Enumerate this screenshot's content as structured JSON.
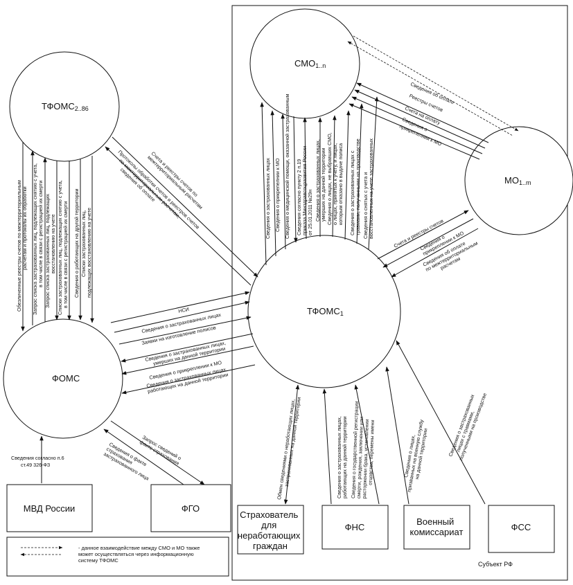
{
  "nodes": {
    "smo": {
      "main": "СМО",
      "sub": "1..n"
    },
    "tfoms_other": {
      "main": "ТФОМС",
      "sub": "2..86"
    },
    "mo": {
      "main": "МО",
      "sub": "1..m"
    },
    "tfoms1": {
      "main": "ТФОМС",
      "sub": "1"
    },
    "foms": "ФОМС"
  },
  "boxes": {
    "mvd": "МВД России",
    "fgo": "ФГО",
    "insurer": [
      "Страхователь",
      "для",
      "неработающих",
      "граждан"
    ],
    "fns": "ФНС",
    "military": [
      "Военный",
      "комиссариат"
    ],
    "fss": "ФСС"
  },
  "region_label": "Субъект РФ",
  "legend_text": [
    "- данное взаимодействие между СМО и МО также",
    "может осуществляться через информационную",
    "систему ТФОМС"
  ],
  "flows": {
    "smo_mo": [
      "Сведения об оплате",
      "Реестры счетов",
      "Счета на оплату",
      "Сведения о",
      "прикрепелнии к МО"
    ],
    "smo_tfoms1": [
      "Сведения о застрахованных лицах",
      "Сведения о прикрепелнии к МО",
      "Сведения о медицинской помощи, оказанной застрахованным",
      "Сведения согласно пункту 2 п.19",
      "приказа Минздравсоцразвития России",
      "от 25.01.2011 №29н",
      "Сведения о застрахованных лицах,",
      "умерших на данной территории",
      "Сведения о лицах, не выбравших СМО,",
      "о лицах, принятых к учету, и лицах,",
      "которым отказано в выдаче полиса",
      "Сведения о застрахованных лицах с",
      "травмами, полученными на производстве",
      "Сведения о снятых с учета и",
      "восстановленных на учете застрахованных"
    ],
    "mo_tfoms1": [
      "Счета и реестры счетов",
      "Сведения о",
      "прикреплении к МО",
      "Сведения об оплате",
      "по межтерриториальным",
      "расчетам"
    ],
    "tfoms_other_tfoms1": [
      "Счета и реестры счетов по",
      "межтерриториальным расчетам",
      "Протоколы обработки счетов и реестров счетов",
      "по межтерриториальным расчетам,",
      "сведения об оплате"
    ],
    "tfoms_other_foms": [
      "Обезличенные реестры счетов по межтерриториальным",
      "расчетам и протоколы их обработки",
      "Запрос списка застрахованных лиц, подлежащих снятию с учета,",
      "в том числе в связи с регистрацией их смерти",
      "Запрос списка застрахованных лиц, подлежащих",
      "восстановлению на учете",
      "Списки застрахованных лиц, подлежащих снятию с учета,",
      "в том числе в связи с регистрацией их смерти",
      "Сведения о работающих на другой территории",
      "Списки застрахованных лиц,",
      "подлежащих восстановлению на учете"
    ],
    "foms_tfoms1": [
      "НСИ",
      "Сведения о застрахованных лицах",
      "Заявки на изготовление полисов",
      "Сведения о застрахованных лицах,",
      "умерших на данной территории",
      "Сведения о прикреплении к МО",
      "Сведения о застрахованных лицах,",
      "работающих на данной территории"
    ],
    "mvd_foms": [
      "Сведения согласно п.6",
      "ст.49 326-ФЗ"
    ],
    "fgo_foms": [
      "Запрос сведений о",
      "факте страхования",
      "Сведения о факте",
      "страхования",
      "застрахованного лица"
    ],
    "insurer_tfoms1": [
      "Обмен сведениями о неработающих лицах,",
      "застрахованных на данной территории"
    ],
    "fns_tfoms1": [
      "Сведения о застрахованных лицах,",
      "работающих на данной территории",
      "Сведения о государственной регистрации",
      "смерти, рождения, заключении или",
      "расторжении брака, установлении",
      "отцовства, перемены имени"
    ],
    "military_tfoms1": [
      "Сведения о лицах,",
      "призванных на военную службу",
      "на данной территории"
    ],
    "fss_tfoms1": [
      "Сведения о застрахованных",
      "лицах с травмами,",
      "полученными на производстве"
    ]
  }
}
